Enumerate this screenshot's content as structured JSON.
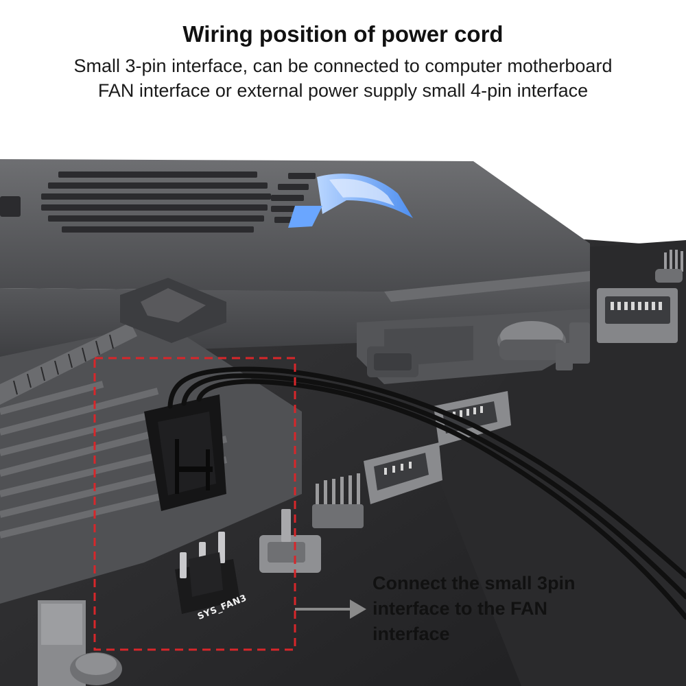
{
  "header": {
    "title": "Wiring position of power cord",
    "subtitle_line1": "Small 3-pin interface, can be connected to computer motherboard",
    "subtitle_line2": "FAN interface or external power supply small 4-pin interface"
  },
  "callout": {
    "line1": "Connect the small 3pin",
    "line2": "interface to the FAN",
    "line3": "interface"
  },
  "board": {
    "header_label": "SYS_FAN3"
  },
  "colors": {
    "board": "#2b2b2d",
    "heatsink": "#5a5b5e",
    "accent_blue": "#6aa6ff",
    "highlight_box": "#d8262a",
    "arrow": "#8a8a8a",
    "cable": "#101010"
  }
}
